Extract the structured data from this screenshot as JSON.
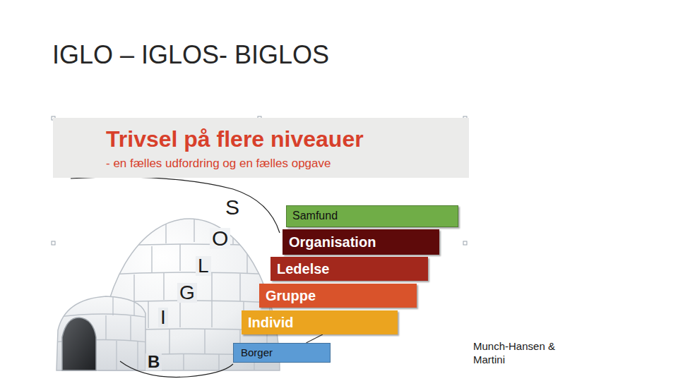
{
  "diagram": {
    "title": "IGLO – IGLOS- BIGLOS",
    "caption": "Munch-Hansen & Martini",
    "nodes": [
      {
        "text": [
          "Trivsel på flere niveauer",
          "- en fælles udfordring og en fælles opgave"
        ]
      },
      {
        "text": [
          "Samfund"
        ]
      },
      {
        "text": [
          "Organisation"
        ]
      },
      {
        "text": [
          "Ledelse"
        ]
      },
      {
        "text": [
          "Gruppe"
        ]
      },
      {
        "text": [
          "Individ"
        ]
      },
      {
        "text": [
          "Borger"
        ]
      }
    ],
    "edges": [
      {
        "from": 5,
        "to": 6,
        "arrow": "none"
      }
    ],
    "labels": [
      "S",
      "O",
      "L",
      "G",
      "I",
      "B"
    ]
  }
}
